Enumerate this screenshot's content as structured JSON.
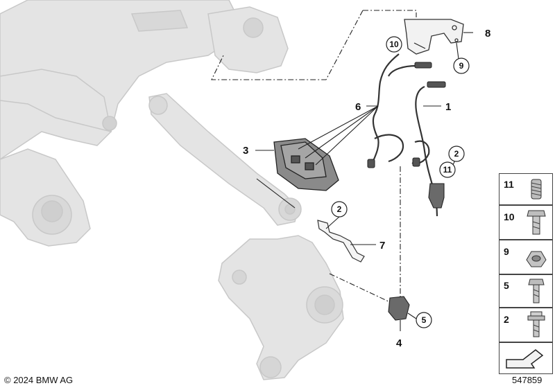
{
  "callouts": {
    "c1": "1",
    "c2a": "2",
    "c2b": "2",
    "c3": "3",
    "c4": "4",
    "c5": "5",
    "c6": "6",
    "c7": "7",
    "c8": "8",
    "c9": "9",
    "c10": "10",
    "c11": "11"
  },
  "legend": {
    "row1": "11",
    "row2": "10",
    "row3": "9",
    "row4": "5",
    "row5": "2"
  },
  "footer": {
    "copyright": "© 2024 BMW AG",
    "diagram_number": "547859"
  },
  "colors": {
    "phantom_part": "#e3e3e3",
    "phantom_edge": "#c9c9c9",
    "part_dark": "#555555",
    "line": "#222222"
  }
}
